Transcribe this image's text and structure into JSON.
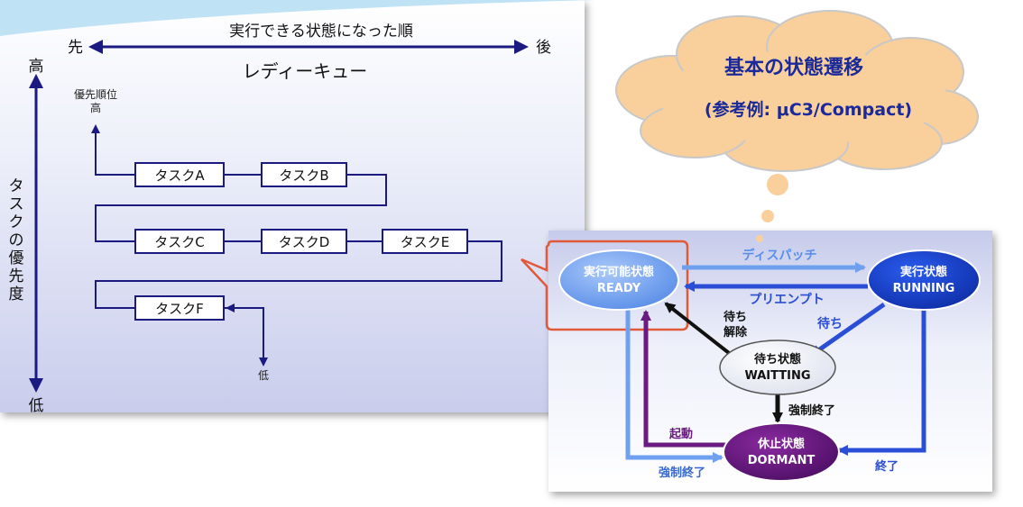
{
  "queue_panel": {
    "order_label": "実行できる状態になった順",
    "first_label": "先",
    "last_label": "後",
    "queue_title": "レディーキュー",
    "priority_high": "高",
    "priority_low": "低",
    "task_priority_label": [
      "タ",
      "ス",
      "ク",
      "の",
      "優",
      "先",
      "度"
    ],
    "priority_order_label": "優先順位",
    "priority_order_high": "高",
    "priority_order_low": "低",
    "tasks": [
      "タスクA",
      "タスクB",
      "タスクC",
      "タスクD",
      "タスクE",
      "タスクF"
    ]
  },
  "cloud": {
    "title": "基本の状態遷移",
    "subtitle": "(参考例: μC3/Compact)"
  },
  "state_panel": {
    "ready": {
      "name": "実行可能状態",
      "en": "READY"
    },
    "running": {
      "name": "実行状態",
      "en": "RUNNING"
    },
    "waiting": {
      "name": "待ち状態",
      "en": "WAITTING"
    },
    "dormant": {
      "name": "休止状態",
      "en": "DORMANT"
    },
    "transitions": {
      "dispatch": "ディスパッチ",
      "preempt": "プリエンプト",
      "wait": "待ち",
      "release_1": "待ち",
      "release_2": "解除",
      "force_end": "強制終了",
      "start": "起動",
      "force_end_2": "強制終了",
      "end": "終了"
    }
  },
  "colors": {
    "navy": "#1a1a80",
    "blue": "#2a4ed6",
    "light_blue": "#6fa0f0",
    "purple": "#6a1a80",
    "highlight": "#e05a3a",
    "cloud_fill": "#f9cf9c"
  }
}
